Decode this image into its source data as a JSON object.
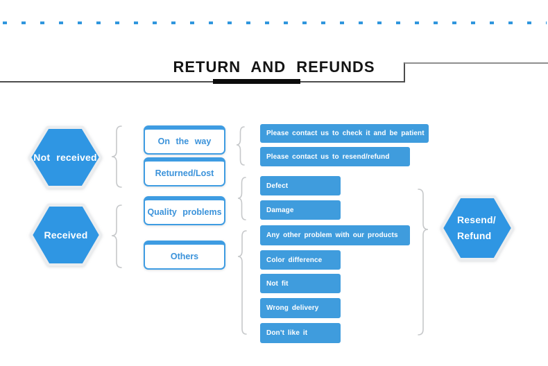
{
  "header": {
    "title": "RETURN  AND  REFUNDS"
  },
  "flowchart": {
    "sources": [
      {
        "label": "Not received"
      },
      {
        "label": "Received"
      }
    ],
    "categories": [
      {
        "label": "On the way"
      },
      {
        "label": "Returned/Lost"
      },
      {
        "label": "Quality problems"
      },
      {
        "label": "Others"
      }
    ],
    "outcomes": [
      {
        "label": "Please contact us to check it and be patient"
      },
      {
        "label": "Please contact us to resend/refund"
      },
      {
        "label": "Defect"
      },
      {
        "label": "Damage"
      },
      {
        "label": "Any other problem with our products"
      },
      {
        "label": "Color difference"
      },
      {
        "label": "Not fit"
      },
      {
        "label": "Wrong delivery"
      },
      {
        "label": "Don’t like it"
      }
    ],
    "result": {
      "line1": "Resend/",
      "line2": "Refund"
    }
  },
  "colors": {
    "accent-blue": "#3096dd",
    "bar-blue": "#3f9cdd",
    "hex-blue": "#2f96e3",
    "hex-outline": "#ebedef",
    "box-border": "#3e9ce2",
    "box-text": "#3a92da",
    "brace-gray": "#c6c8ca"
  }
}
